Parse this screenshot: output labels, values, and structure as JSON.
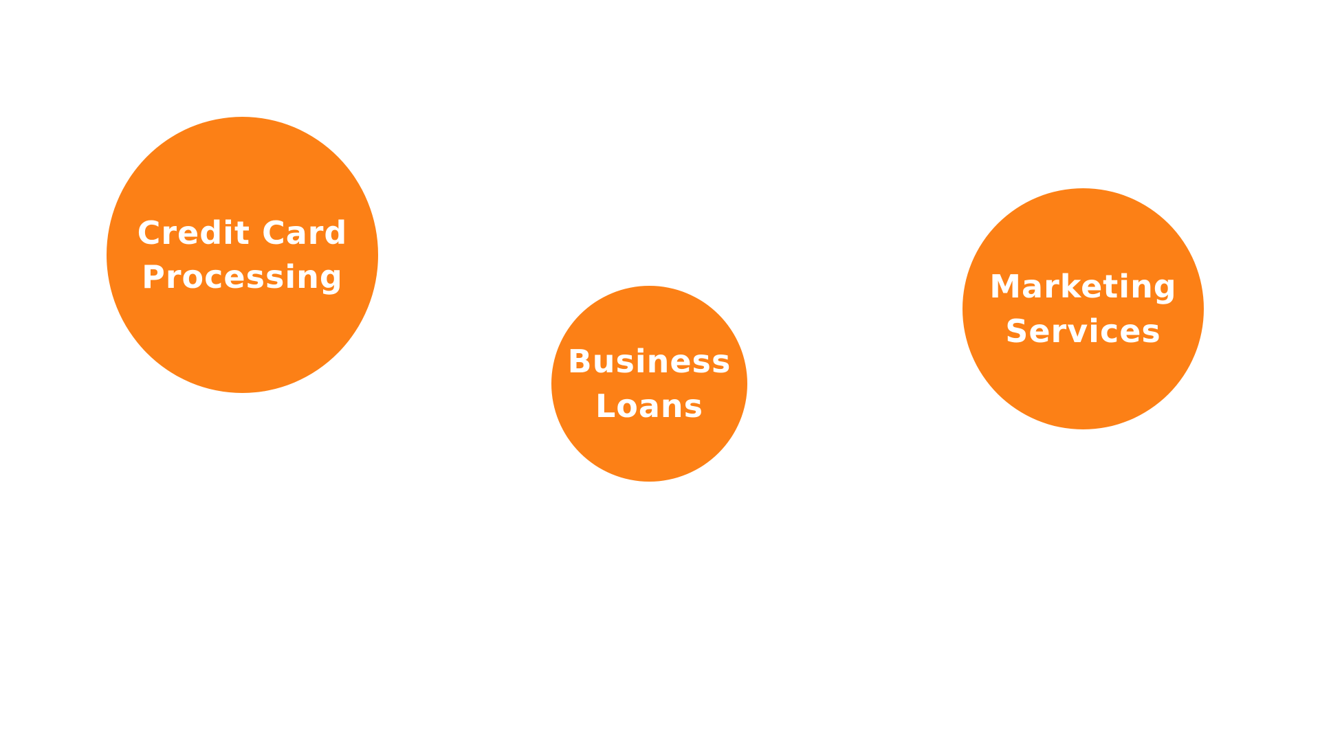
{
  "theme": {
    "bubble_color": "#fc8016",
    "text_color": "#ffffff",
    "background": "#ffffff"
  },
  "bubbles": [
    {
      "id": "credit",
      "lines": [
        "Credit Card",
        "Processing"
      ]
    },
    {
      "id": "loans",
      "lines": [
        "Business",
        "Loans"
      ]
    },
    {
      "id": "marketing",
      "lines": [
        "Marketing",
        "Services"
      ]
    }
  ]
}
